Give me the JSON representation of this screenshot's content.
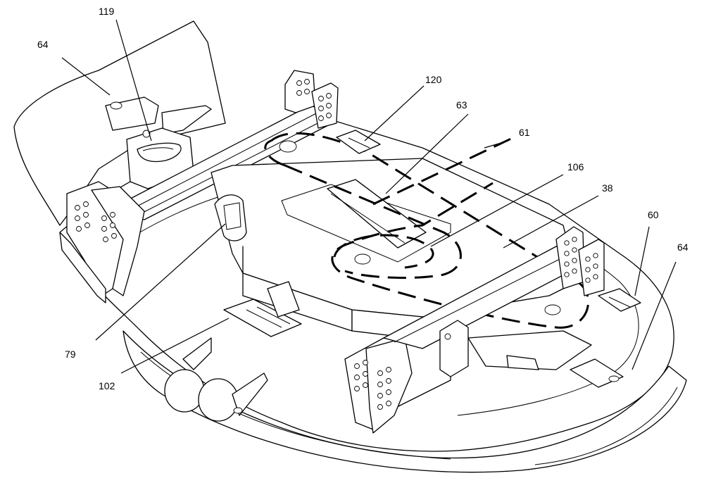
{
  "callouts": [
    {
      "id": "c-119",
      "text": "119"
    },
    {
      "id": "c-64a",
      "text": "64"
    },
    {
      "id": "c-120",
      "text": "120"
    },
    {
      "id": "c-63",
      "text": "63"
    },
    {
      "id": "c-61",
      "text": "61"
    },
    {
      "id": "c-106",
      "text": "106"
    },
    {
      "id": "c-38",
      "text": "38"
    },
    {
      "id": "c-60",
      "text": "60"
    },
    {
      "id": "c-64b",
      "text": "64"
    },
    {
      "id": "c-79",
      "text": "79"
    },
    {
      "id": "c-102",
      "text": "102"
    }
  ]
}
